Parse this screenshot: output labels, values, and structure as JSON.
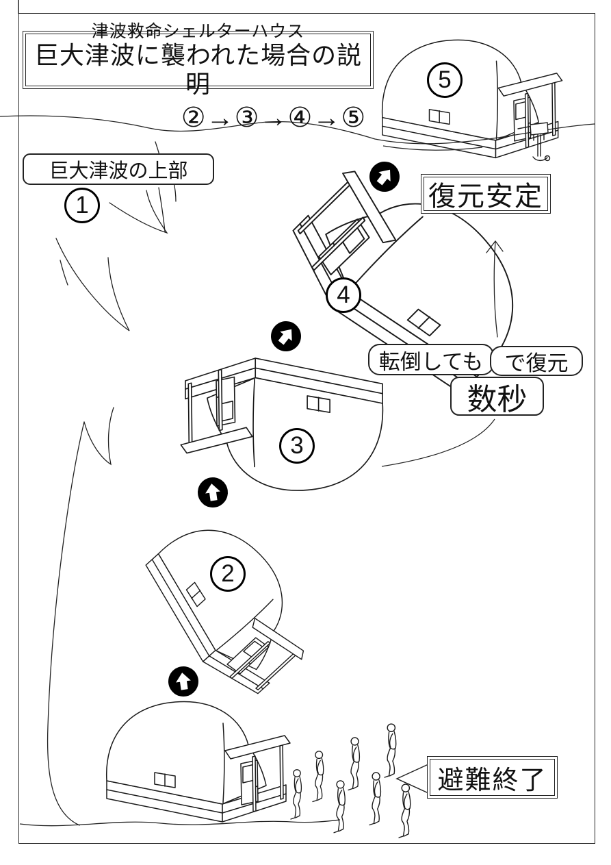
{
  "colors": {
    "line": "#1a1a1a",
    "background": "#ffffff",
    "badge_fill": "#000000"
  },
  "diagram": {
    "title_line1": "津波救命シェルターハウス",
    "title_line2": "巨大津波に襲われた場合の説明",
    "sequence": "②→③→④→⑤",
    "tsunami_label": "巨大津波の上部",
    "restore_label": "復元安定",
    "tip_prefix": "転倒しても",
    "tip_suffix": "で復元",
    "seconds": "数秒",
    "evacuation": "避難終了"
  },
  "houses": [
    {
      "label": "1",
      "state": "upright-on-ground"
    },
    {
      "label": "2",
      "state": "tilting"
    },
    {
      "label": "3",
      "state": "upside-down"
    },
    {
      "label": "4",
      "state": "righting"
    },
    {
      "label": "5",
      "state": "upright-floating"
    }
  ],
  "icons": {
    "step_arrows": [
      "up-arrow-badge",
      "up-arrow-badge",
      "up-right-arrow-badge",
      "up-right-arrow-badge"
    ],
    "recovery_arrow": "thin-up-arrow",
    "speech_pointer": "speech-bubble-pointer"
  }
}
